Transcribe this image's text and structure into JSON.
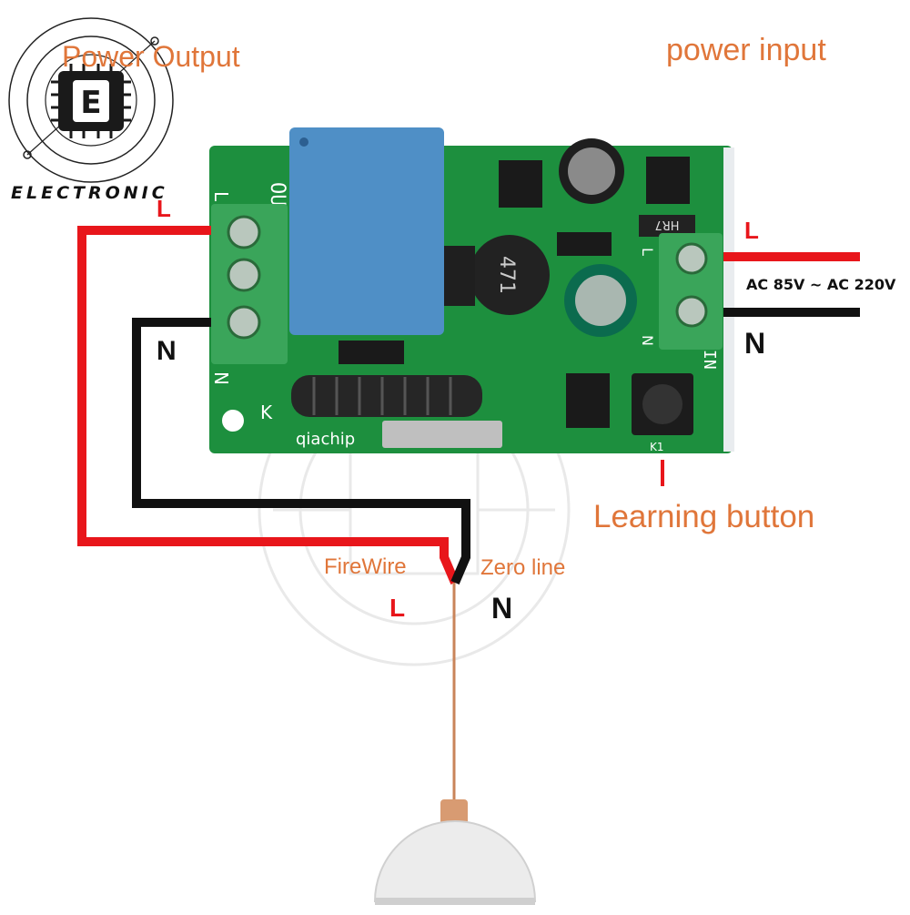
{
  "labels": {
    "power_output": "Power Output",
    "power_input": "power input",
    "learning_button": "Learning button",
    "firewire": "FireWire",
    "zero_line": "Zero line",
    "ac_range": "AC 85V ~ AC 220V",
    "l_left": "L",
    "n_left": "N",
    "l_right": "L",
    "n_right": "N",
    "l_bottom": "L",
    "n_bottom": "N"
  },
  "logo": {
    "text": "ELECTRONIC",
    "letter": "E"
  },
  "board": {
    "out_label": "OUT",
    "in_label": "IN",
    "terminal_l": "L",
    "terminal_n": "N",
    "terminal_k": "K",
    "terminal_l_in": "L",
    "terminal_n_in": "N",
    "brand": "qiachip",
    "inductor": "471",
    "diode_mark": "HR7",
    "switch_label": "K1"
  },
  "colors": {
    "wire_live": "#e8161b",
    "wire_neutral": "#111111",
    "board_green": "#1d8f3e",
    "relay_blue": "#4f8fc6",
    "terminal_green": "#3aa55a",
    "label_orange": "#e0763a"
  }
}
